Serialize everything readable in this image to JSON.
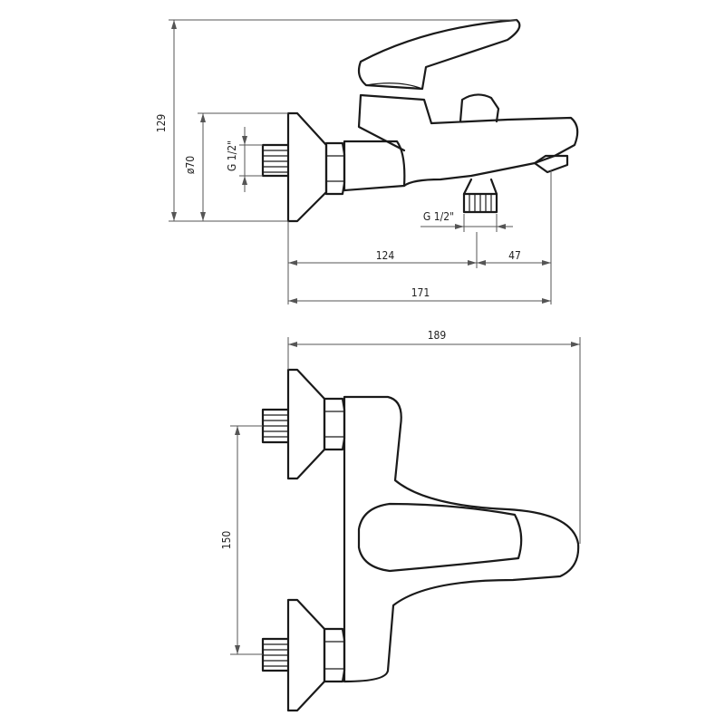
{
  "dimensions": {
    "overall_height": "129",
    "flange_diameter": "ø70",
    "inlet_thread": "G 1/2\"",
    "outlet_thread": "G 1/2\"",
    "inlet_to_outlet": "124",
    "outlet_to_spout": "47",
    "total_depth": "171",
    "total_width": "189",
    "center_distance": "150"
  }
}
